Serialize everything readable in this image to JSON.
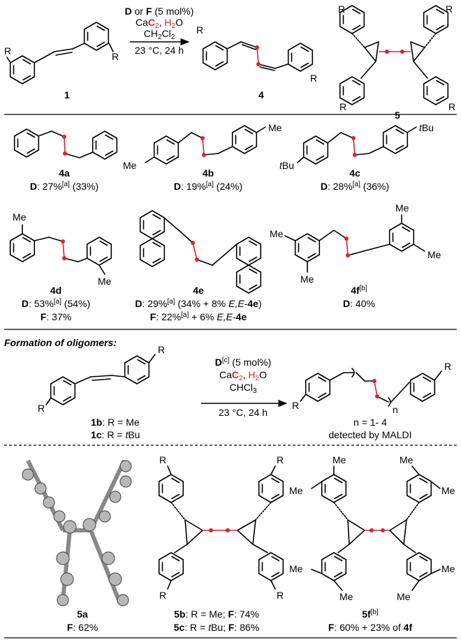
{
  "scheme": {
    "catalyst_line": "D or F (5 mol%)",
    "reagent_line": "CaC2, H2O",
    "solvent_line": "CH2Cl2",
    "conditions_line": "23 °C, 24 h",
    "r_label": "R",
    "start_label": "1",
    "product_label": "4",
    "side_label": "5"
  },
  "products": [
    {
      "label": "4a",
      "yield": "D: 27%[a] (33%)",
      "substituent": ""
    },
    {
      "label": "4b",
      "yield": "D: 19%[a] (24%)",
      "substituent": "Me"
    },
    {
      "label": "4c",
      "yield": "D: 28%[a] (36%)",
      "substituent": "tBu"
    },
    {
      "label": "4d",
      "yield": "D: 53%[a] (54%)",
      "yield2": "F: 37%",
      "substituent": "Me"
    },
    {
      "label": "4e",
      "yield": "D: 29%[a] (34% + 8% E,E-4e)",
      "yield2": "F: 22%[a] + 6% E,E-4e"
    },
    {
      "label": "4f[b]",
      "yield": "D: 40%",
      "substituent": "Me"
    }
  ],
  "oligomers": {
    "heading": "Formation of oligomers:",
    "catalyst_line": "D[c] (5 mol%)",
    "reagent_line": "CaC2, H2O",
    "solvent_line": "CHCl3",
    "conditions_line": "23 °C, 24 h",
    "sub1b": "1b: R = Me",
    "sub1c": "1c: R = tBu",
    "n_range": "n = 1- 4",
    "detection": "detected by MALDI",
    "n_label": "n"
  },
  "crystals": [
    {
      "label": "5a",
      "yield": "F: 62%"
    },
    {
      "label": "5b",
      "yield": "5b: R = Me; F: 74%"
    },
    {
      "label": "5c",
      "yield": "5c: R = tBu; F: 86%"
    },
    {
      "label": "5f[b]",
      "yield": "F: 60% + 23% of 4f"
    }
  ],
  "colors": {
    "highlight": "#e0202a",
    "ink": "#000000"
  }
}
